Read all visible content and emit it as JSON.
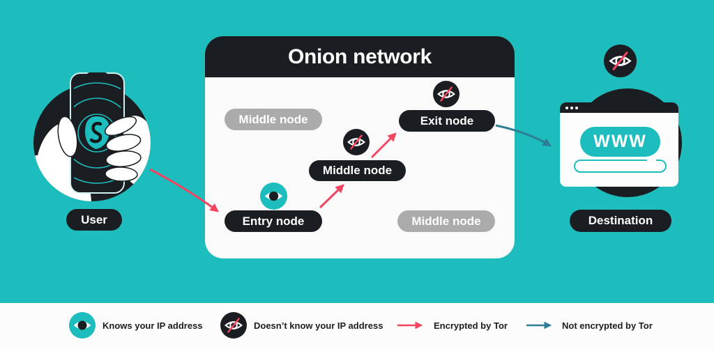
{
  "colors": {
    "background_teal": "#1EBDBD",
    "dark": "#1A1D21",
    "gray_pill": "#ABABAB",
    "red_arrow": "#F2455F",
    "teal_arrow": "#2E7E96",
    "panel_white": "#FAFAFA",
    "legend_white": "#FCFCFC"
  },
  "user": {
    "label": "User"
  },
  "panel": {
    "title": "Onion network",
    "nodes": [
      {
        "label": "Middle node",
        "style": "inactive-gray"
      },
      {
        "label": "Entry node",
        "style": "active-dark",
        "icon": "eye-open-icon"
      },
      {
        "label": "Middle node",
        "style": "active-dark",
        "icon": "eye-crossed-icon"
      },
      {
        "label": "Exit node",
        "style": "active-dark",
        "icon": "eye-crossed-icon"
      },
      {
        "label": "Middle node",
        "style": "inactive-gray"
      }
    ]
  },
  "destination": {
    "label": "Destination",
    "browser_text": "WWW",
    "icon": "eye-crossed-icon"
  },
  "legend": [
    {
      "icon": "eye-open-icon",
      "label": "Knows your IP address"
    },
    {
      "icon": "eye-crossed-icon",
      "label": "Doesn’t know your IP address"
    },
    {
      "icon": "red-arrow",
      "label": "Encrypted by Tor"
    },
    {
      "icon": "teal-arrow",
      "label": "Not encrypted by Tor"
    }
  ]
}
